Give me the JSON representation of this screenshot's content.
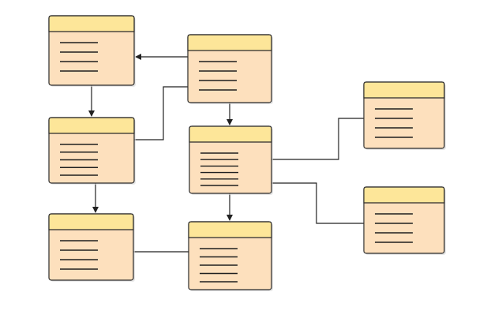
{
  "diagram": {
    "kind": "entity-relationship diagram",
    "colors": {
      "background": "#ffffff",
      "box_header": "#fde699",
      "box_body": "#fde0bd",
      "box_border": "#2b2b2b",
      "line": "#1f1f1f",
      "connector": "#222222"
    },
    "entities": [
      {
        "id": "entity-a",
        "row_count": 4
      },
      {
        "id": "entity-b",
        "row_count": 4
      },
      {
        "id": "entity-c",
        "row_count": 5
      },
      {
        "id": "entity-d",
        "row_count": 6
      },
      {
        "id": "entity-e",
        "row_count": 4
      },
      {
        "id": "entity-f",
        "row_count": 5
      },
      {
        "id": "entity-g",
        "row_count": 4
      },
      {
        "id": "entity-h",
        "row_count": 4
      }
    ],
    "connectors": [
      {
        "id": "b-to-a",
        "from": "entity-b",
        "to": "entity-a",
        "arrow": "end"
      },
      {
        "id": "a-to-c",
        "from": "entity-a",
        "to": "entity-c",
        "arrow": "end"
      },
      {
        "id": "b-to-c",
        "from": "entity-b",
        "to": "entity-c",
        "arrow": "none"
      },
      {
        "id": "b-to-d",
        "from": "entity-b",
        "to": "entity-d",
        "arrow": "end"
      },
      {
        "id": "c-to-e",
        "from": "entity-c",
        "to": "entity-e",
        "arrow": "end"
      },
      {
        "id": "d-to-f",
        "from": "entity-d",
        "to": "entity-f",
        "arrow": "end"
      },
      {
        "id": "e-to-f",
        "from": "entity-e",
        "to": "entity-f",
        "arrow": "none"
      },
      {
        "id": "d-to-g",
        "from": "entity-d",
        "to": "entity-g",
        "arrow": "none"
      },
      {
        "id": "d-to-h",
        "from": "entity-d",
        "to": "entity-h",
        "arrow": "none"
      }
    ]
  }
}
